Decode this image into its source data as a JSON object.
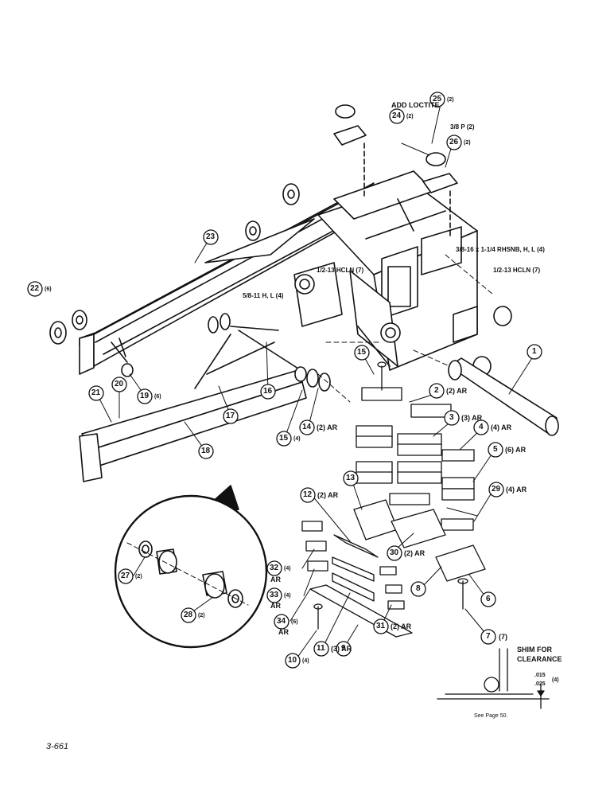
{
  "notes": {
    "add_loctite": "ADD LOCTITE",
    "pipe_plug": "3/8 P (2)",
    "carriage_bolt": "3/8-16 x 1-1/4 RHSNB, H, L (4)",
    "hcln_upper": "1/2-13 HCLN (7)",
    "hcln_right": "1/2-13 HCLN  (7)",
    "bolt_58": "5/8-11 H, L (4)",
    "shim_for": "SHIM FOR",
    "clearance": "CLEARANCE",
    "shim_015": ".015",
    "shim_025": ".025",
    "shim_qty": "(4)",
    "see_page": "See Page 50.",
    "figure_id": "3-661"
  },
  "callouts": [
    {
      "num": "1",
      "qty": ""
    },
    {
      "num": "2",
      "qty": "(2) AR"
    },
    {
      "num": "3",
      "qty": "(3) AR"
    },
    {
      "num": "4",
      "qty": "(4) AR"
    },
    {
      "num": "5",
      "qty": "(6) AR"
    },
    {
      "num": "6",
      "qty": ""
    },
    {
      "num": "7",
      "qty": "(7)"
    },
    {
      "num": "8",
      "qty": ""
    },
    {
      "num": "9",
      "qty": ""
    },
    {
      "num": "10",
      "qty": "(4)"
    },
    {
      "num": "11",
      "qty": "(3) AR"
    },
    {
      "num": "12",
      "qty": "(2) AR"
    },
    {
      "num": "13",
      "qty": ""
    },
    {
      "num": "14",
      "qty": "(2) AR"
    },
    {
      "num": "15",
      "qty": ""
    },
    {
      "num": "15",
      "qty": "(4)"
    },
    {
      "num": "16",
      "qty": ""
    },
    {
      "num": "17",
      "qty": ""
    },
    {
      "num": "18",
      "qty": ""
    },
    {
      "num": "19",
      "qty": "(6)"
    },
    {
      "num": "20",
      "qty": ""
    },
    {
      "num": "21",
      "qty": ""
    },
    {
      "num": "22",
      "qty": "(6)"
    },
    {
      "num": "23",
      "qty": ""
    },
    {
      "num": "24",
      "qty": "(2)"
    },
    {
      "num": "25",
      "qty": "(2)"
    },
    {
      "num": "26",
      "qty": "(2)"
    },
    {
      "num": "27",
      "qty": "(2)"
    },
    {
      "num": "28",
      "qty": "(2)"
    },
    {
      "num": "29",
      "qty": "(4) AR"
    },
    {
      "num": "30",
      "qty": "(2) AR"
    },
    {
      "num": "31",
      "qty": "(2) AR"
    },
    {
      "num": "32",
      "qty": "(4)"
    },
    {
      "num": "32",
      "qty": "AR"
    },
    {
      "num": "33",
      "qty": "(4)"
    },
    {
      "num": "33",
      "qty": "AR"
    },
    {
      "num": "34",
      "qty": "(6)"
    },
    {
      "num": "34",
      "qty": "AR"
    }
  ]
}
